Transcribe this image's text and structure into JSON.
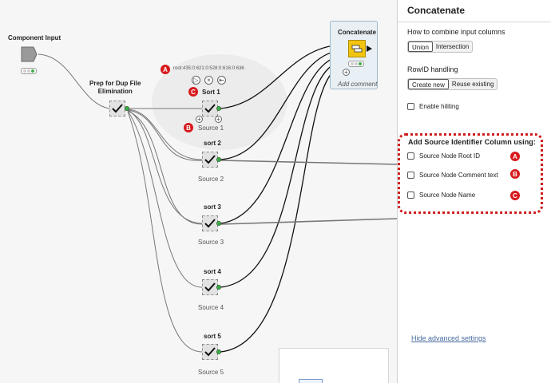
{
  "canvas": {
    "component_input": {
      "label": "Component Input"
    },
    "prep": {
      "label_line1": "Prep for Dup File",
      "label_line2": "Elimination"
    },
    "sort1": {
      "label": "Sort 1",
      "sub": "Source 1",
      "root_id": "root:435:0:621:0:528:0:616:0:636"
    },
    "sort2": {
      "label": "sort 2",
      "sub": "Source 2"
    },
    "sort3": {
      "label": "sort 3",
      "sub": "Source 3"
    },
    "sort4": {
      "label": "sort 4",
      "sub": "Source 4"
    },
    "sort5": {
      "label": "sort 5",
      "sub": "Source 5"
    },
    "concatenate": {
      "label": "Concatenate",
      "add_comment": "Add comment"
    },
    "badges": {
      "a": "A",
      "b": "B",
      "c": "C"
    }
  },
  "panel": {
    "title": "Concatenate",
    "combine": {
      "label": "How to combine input columns",
      "options": [
        "Union",
        "Intersection"
      ],
      "selected": "Union"
    },
    "rowid": {
      "label": "RowID handling",
      "options": [
        "Create new",
        "Reuse existing"
      ],
      "selected": "Create new"
    },
    "hiliting": {
      "label": "Enable hiliting",
      "checked": false
    },
    "source_identifier": {
      "title": "Add Source Identifier Column using:",
      "options": [
        {
          "label": "Source Node Root ID",
          "badge": "A",
          "checked": false
        },
        {
          "label": "Source Node Comment text",
          "badge": "B",
          "checked": false
        },
        {
          "label": "Source Node Name",
          "badge": "C",
          "checked": false
        }
      ]
    },
    "hide_advanced": "Hide advanced settings"
  },
  "colors": {
    "annotation_red": "#cf1b1b",
    "port_green": "#3fae49",
    "concatenate_yellow": "#f1c40f",
    "link_blue": "#4a6ca0"
  }
}
